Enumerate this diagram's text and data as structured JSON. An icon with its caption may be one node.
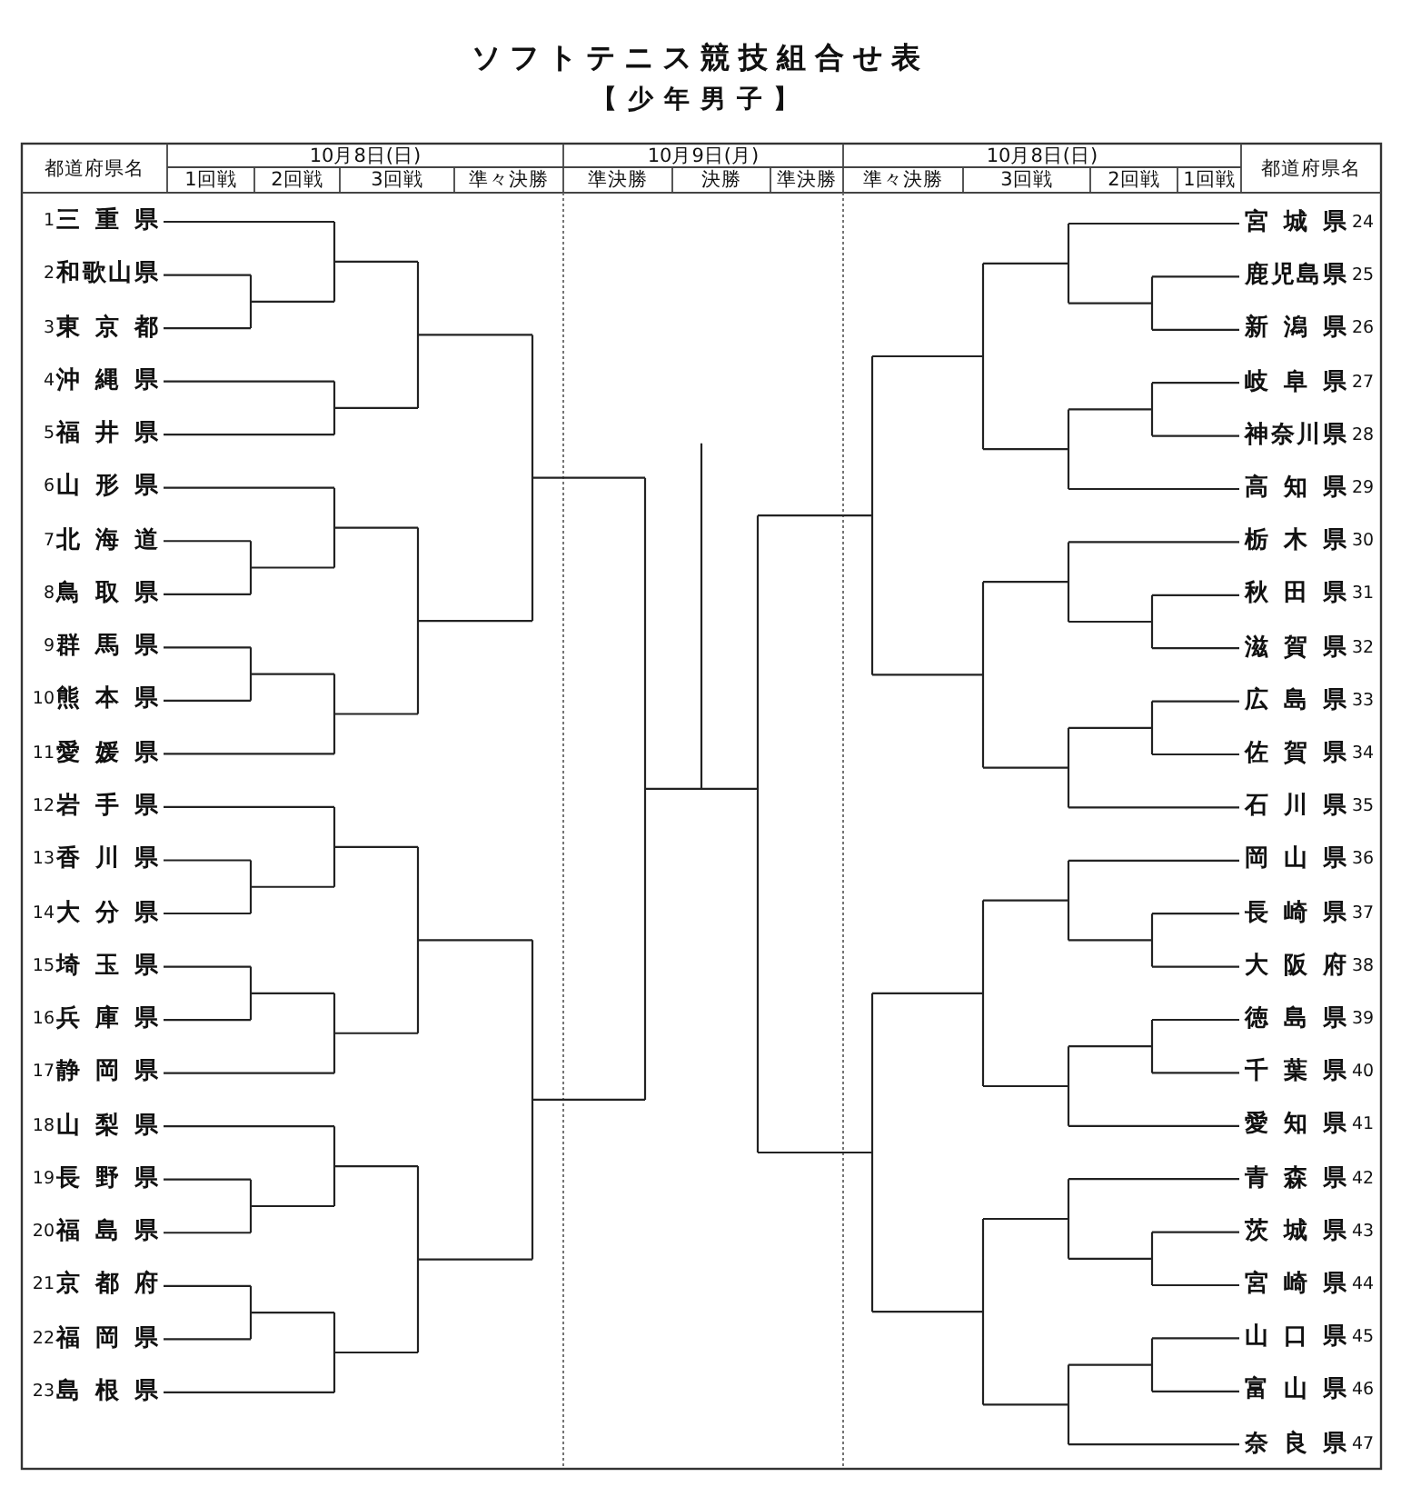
{
  "diagram": {
    "title": "ソフトテニス競技組合せ表",
    "nodes": [
      {
        "text": [
          "三重県"
        ],
        "beside": [
          "1"
        ]
      },
      {
        "text": [
          "和歌山県"
        ],
        "beside": [
          "2"
        ]
      },
      {
        "text": [
          "東京都"
        ],
        "beside": [
          "3"
        ]
      },
      {
        "text": [
          "沖縄県"
        ],
        "beside": [
          "4"
        ]
      },
      {
        "text": [
          "福井県"
        ],
        "beside": [
          "5"
        ]
      },
      {
        "text": [
          "山形県"
        ],
        "beside": [
          "6"
        ]
      },
      {
        "text": [
          "北海道"
        ],
        "beside": [
          "7"
        ]
      },
      {
        "text": [
          "鳥取県"
        ],
        "beside": [
          "8"
        ]
      },
      {
        "text": [
          "群馬県"
        ],
        "beside": [
          "9"
        ]
      },
      {
        "text": [
          "熊本県"
        ],
        "beside": [
          "10"
        ]
      },
      {
        "text": [
          "愛媛県"
        ],
        "beside": [
          "11"
        ]
      },
      {
        "text": [
          "岩手県"
        ],
        "beside": [
          "12"
        ]
      },
      {
        "text": [
          "香川県"
        ],
        "beside": [
          "13"
        ]
      },
      {
        "text": [
          "大分県"
        ],
        "beside": [
          "14"
        ]
      },
      {
        "text": [
          "埼玉県"
        ],
        "beside": [
          "15"
        ]
      },
      {
        "text": [
          "兵庫県"
        ],
        "beside": [
          "16"
        ]
      },
      {
        "text": [
          "静岡県"
        ],
        "beside": [
          "17"
        ]
      },
      {
        "text": [
          "山梨県"
        ],
        "beside": [
          "18"
        ]
      },
      {
        "text": [
          "長野県"
        ],
        "beside": [
          "19"
        ]
      },
      {
        "text": [
          "福島県"
        ],
        "beside": [
          "20"
        ]
      },
      {
        "text": [
          "京都府"
        ],
        "beside": [
          "21"
        ]
      },
      {
        "text": [
          "福岡県"
        ],
        "beside": [
          "22"
        ]
      },
      {
        "text": [
          "島根県"
        ],
        "beside": [
          "23"
        ]
      },
      {
        "text": [
          "宮城県"
        ],
        "beside": [
          "24"
        ]
      },
      {
        "text": [
          "鹿児島県"
        ],
        "beside": [
          "25"
        ]
      },
      {
        "text": [
          "新潟県"
        ],
        "beside": [
          "26"
        ]
      },
      {
        "text": [
          "岐阜県"
        ],
        "beside": [
          "27"
        ]
      },
      {
        "text": [
          "神奈川県"
        ],
        "beside": [
          "28"
        ]
      },
      {
        "text": [
          "高知県"
        ],
        "beside": [
          "29"
        ]
      },
      {
        "text": [
          "栃木県"
        ],
        "beside": [
          "30"
        ]
      },
      {
        "text": [
          "秋田県"
        ],
        "beside": [
          "31"
        ]
      },
      {
        "text": [
          "滋賀県"
        ],
        "beside": [
          "32"
        ]
      },
      {
        "text": [
          "広島県"
        ],
        "beside": [
          "33"
        ]
      },
      {
        "text": [
          "佐賀県"
        ],
        "beside": [
          "34"
        ]
      },
      {
        "text": [
          "石川県"
        ],
        "beside": [
          "35"
        ]
      },
      {
        "text": [
          "岡山県"
        ],
        "beside": [
          "36"
        ]
      },
      {
        "text": [
          "長崎県"
        ],
        "beside": [
          "37"
        ]
      },
      {
        "text": [
          "大阪府"
        ],
        "beside": [
          "38"
        ]
      },
      {
        "text": [
          "徳島県"
        ],
        "beside": [
          "39"
        ]
      },
      {
        "text": [
          "千葉県"
        ],
        "beside": [
          "40"
        ]
      },
      {
        "text": [
          "愛知県"
        ],
        "beside": [
          "41"
        ]
      },
      {
        "text": [
          "青森県"
        ],
        "beside": [
          "42"
        ]
      },
      {
        "text": [
          "茨城県"
        ],
        "beside": [
          "43"
        ]
      },
      {
        "text": [
          "宮崎県"
        ],
        "beside": [
          "44"
        ]
      },
      {
        "text": [
          "山口県"
        ],
        "beside": [
          "45"
        ]
      },
      {
        "text": [
          "富山県"
        ],
        "beside": [
          "46"
        ]
      },
      {
        "text": [
          "奈良県"
        ],
        "beside": [
          "47"
        ]
      }
    ],
    "labels": [
      "【少年男子】",
      "都道府県名",
      "10月8日(日)",
      "10月9日(月)",
      "10月8日(日)",
      "都道府県名",
      "1回戦",
      "2回戦",
      "3回戦",
      "準々決勝",
      "準決勝",
      "決勝",
      "準決勝",
      "準々決勝",
      "3回戦",
      "2回戦",
      "1回戦"
    ]
  }
}
